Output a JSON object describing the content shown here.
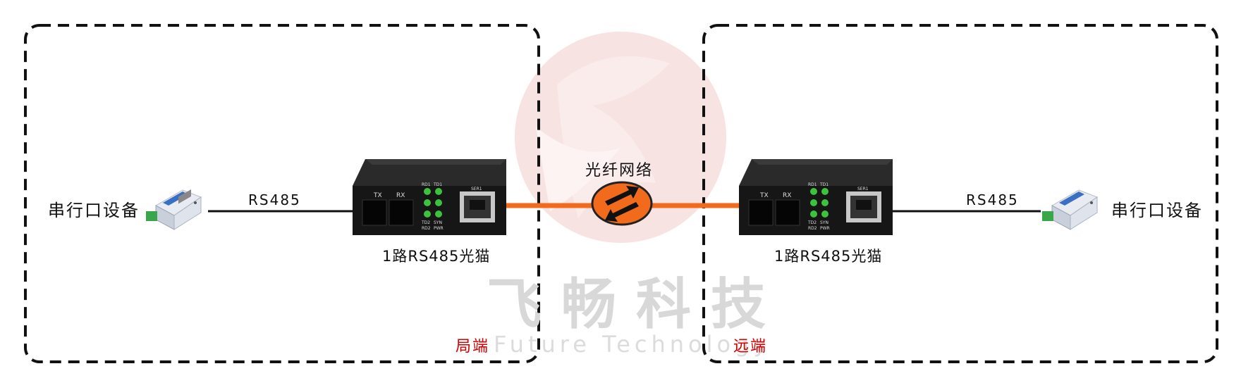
{
  "labels": {
    "left_device": "串行口设备",
    "right_device": "串行口设备",
    "left_link": "RS485",
    "right_link": "RS485",
    "left_module": "1路RS485光猫",
    "right_module": "1路RS485光猫",
    "network": "光纤网络",
    "left_end": "局端",
    "right_end": "远端"
  },
  "module_panel": {
    "tx": "TX",
    "rx": "RX",
    "rd1": "RD1",
    "td1": "TD1",
    "td2": "TD2",
    "syn": "SYN",
    "rd2": "RD2",
    "pwr": "PWR",
    "ser1": "SER1"
  },
  "watermark": {
    "cn": "飞畅科技",
    "en": "Future Technology"
  },
  "colors": {
    "fiber": "#f26a1b",
    "end_label": "#d40000",
    "led": "#3cc23c",
    "watermark_logo": "#f3d4d4"
  },
  "icons": [
    "serial-device-icon",
    "fiber-network-icon",
    "optical-modem-icon"
  ]
}
